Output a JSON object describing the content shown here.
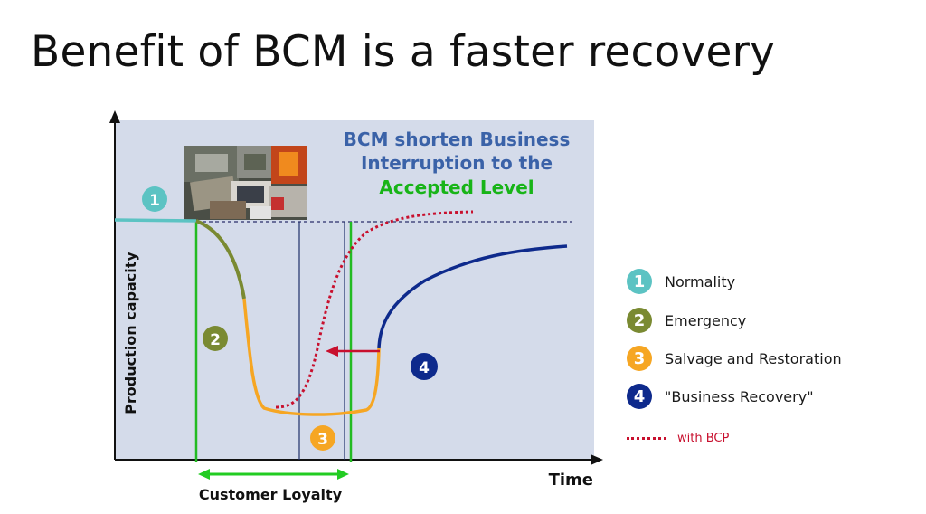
{
  "title": "Benefit of BCM is a faster recovery",
  "headline": {
    "line1": "BCM shorten Business",
    "line2": "Interruption to the",
    "line3": "Accepted Level"
  },
  "axes": {
    "y_label": "Production  capacity",
    "x_label": "Time"
  },
  "bottom_label": "Customer  Loyalty",
  "phases": [
    {
      "number": "1",
      "label": "Normality",
      "color": "#5cc3c3"
    },
    {
      "number": "2",
      "label": "Emergency",
      "color": "#7a8a32"
    },
    {
      "number": "3",
      "label": "Salvage and Restoration",
      "color": "#f6a623"
    },
    {
      "number": "4",
      "label": "\"Business Recovery\"",
      "color": "#0e2a8c"
    }
  ],
  "bcp_legend": "with BCP",
  "colors": {
    "plot_bg": "#d4dbea",
    "headline_blue": "#3a62a8",
    "headline_green": "#18b418",
    "marker_green": "#22cc22",
    "bcp_red": "#c8102e"
  }
}
